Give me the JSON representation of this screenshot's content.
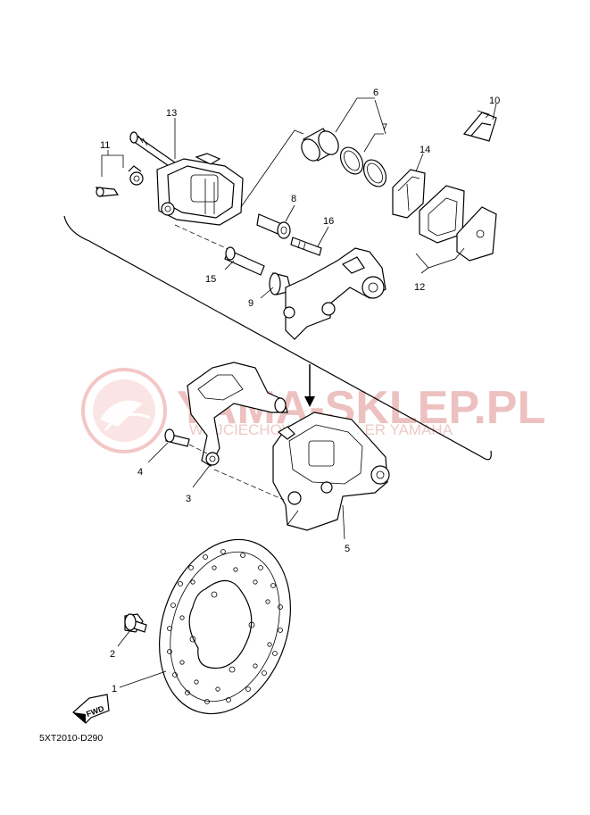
{
  "diagram": {
    "callouts": [
      "1",
      "2",
      "3",
      "4",
      "5",
      "6",
      "7",
      "8",
      "9",
      "10",
      "11",
      "12",
      "13",
      "14",
      "15",
      "16"
    ],
    "code": "5XT2010-D290",
    "fwd_label": "FWD"
  },
  "watermark": {
    "main": "YAMA-SKLEP.PL",
    "sub": "WOJCIECHOWSKI DEALER YAMAHA"
  }
}
